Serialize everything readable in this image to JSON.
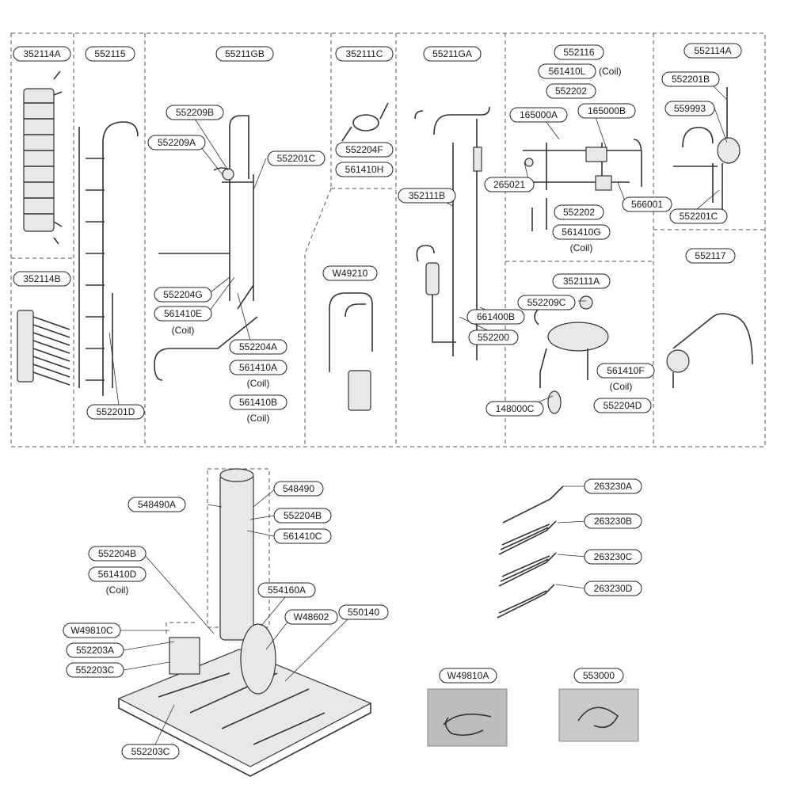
{
  "labels": {
    "l1": "352114A",
    "l2": "552115",
    "l3": "55211GB",
    "l4": "352111C",
    "l5": "55211GA",
    "l6": "552116",
    "l7": "561410L",
    "l7c": "(Coil)",
    "l8": "552202",
    "l9": "165000A",
    "l10": "165000B",
    "l11": "552114A",
    "l12": "552201B",
    "l13": "559993",
    "l14": "552209B",
    "l15": "552209A",
    "l16": "552201C",
    "l17": "552204F",
    "l18": "561410H",
    "l19": "352111B",
    "l20": "265021",
    "l21": "566001",
    "l22": "552202",
    "l23": "561410G",
    "l23c": "(Coil)",
    "l24": "552201C",
    "l25": "352114B",
    "l26": "W49210",
    "l27": "552117",
    "l28": "552204G",
    "l29": "561410E",
    "l29c": "(Coil)",
    "l30": "352111A",
    "l31": "552209C",
    "l32": "661400B",
    "l33": "552200",
    "l34": "552204A",
    "l35": "561410A",
    "l35c": "(Coil)",
    "l36": "561410F",
    "l36c": "(Coil)",
    "l37": "561410B",
    "l37c": "(Coil)",
    "l38": "552201D",
    "l39": "148000C",
    "l40": "552204D",
    "l41": "548490",
    "l42": "548490A",
    "l43": "552204B",
    "l44": "561410C",
    "l45": "552204B",
    "l46": "561410D",
    "l46c": "(Coil)",
    "l47": "554160A",
    "l48": "W48602",
    "l49": "550140",
    "l50": "W49810C",
    "l51": "552203A",
    "l52": "552203C",
    "l53": "552203C",
    "l54": "263230A",
    "l55": "263230B",
    "l56": "263230C",
    "l57": "263230D",
    "l58": "W49810A",
    "l59": "553000"
  }
}
